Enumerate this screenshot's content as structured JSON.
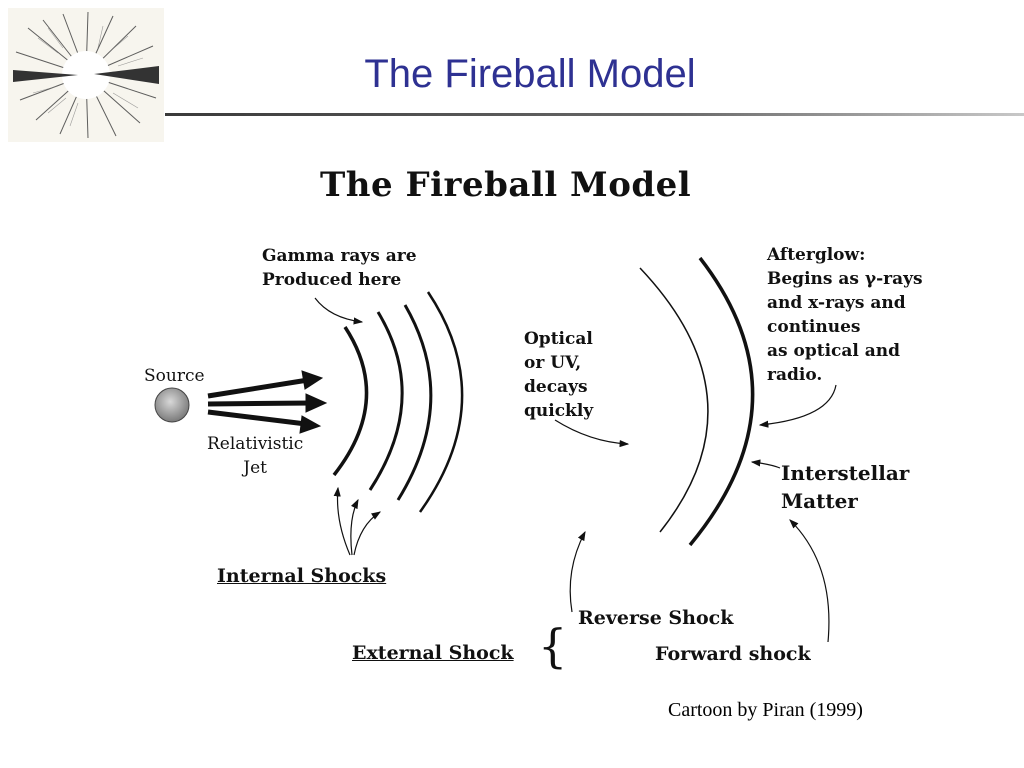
{
  "slide": {
    "title": "The Fireball Model"
  },
  "diagram": {
    "title": "The Fireball Model",
    "labels": {
      "gamma_rays": [
        "Gamma rays are",
        "Produced here"
      ],
      "source": "Source",
      "relativistic_jet": [
        "Relativistic",
        "Jet"
      ],
      "optical_uv": [
        "Optical",
        "or UV,",
        "decays",
        "quickly"
      ],
      "afterglow": [
        "Afterglow:",
        "Begins as γ-rays",
        "and x-rays and",
        "continues",
        "as optical and",
        "radio."
      ],
      "interstellar_matter": [
        "Interstellar",
        "Matter"
      ],
      "internal_shocks": "Internal Shocks",
      "reverse_shock": "Reverse Shock",
      "external_shock": "External Shock",
      "brace": "{",
      "forward_shock": "Forward shock"
    }
  },
  "caption": "Cartoon by Piran (1999)",
  "colors": {
    "title_blue": "#2e3192",
    "ink": "#111111"
  }
}
